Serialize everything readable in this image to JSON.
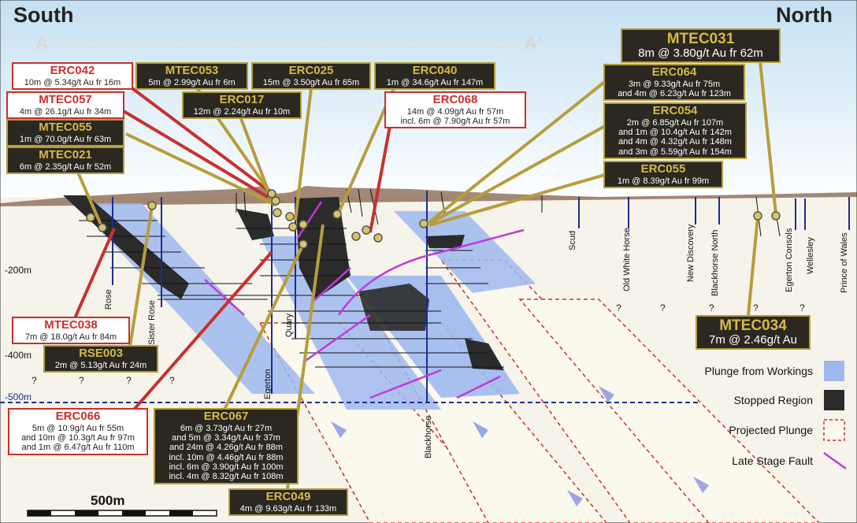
{
  "header": {
    "south": "South",
    "north": "North",
    "section_start": "A",
    "section_end": "A’"
  },
  "colors": {
    "sky_top": "#cfe6f4",
    "ground": "#f5f1e6",
    "plunge": "#9fb9ef",
    "stoped": "#2b2b2b",
    "fault": "#bf3adb",
    "gold_leader": "#b79d3c",
    "red_leader": "#c9302c",
    "proj_plunge": "#c9302c",
    "level": "#1c2e8e"
  },
  "depth_labels": [
    "-200m",
    "-400m",
    "-500m"
  ],
  "question_marks": [
    "?",
    "?",
    "?",
    "?",
    "?",
    "?",
    "?",
    "?",
    "?",
    "?",
    "?"
  ],
  "shafts": [
    "Rose",
    "Sister Rose",
    "Egerton",
    "Quary",
    "Blackhorse",
    "Scud",
    "Old White Horse",
    "New Discovery",
    "Blackhorse North",
    "Egerton Consols",
    "Wellesley",
    "Prince of Wales"
  ],
  "callouts": {
    "erc042": {
      "title": "ERC042",
      "lines": [
        "10m @ 5.34g/t Au fr 16m"
      ]
    },
    "mtec057": {
      "title": "MTEC057",
      "lines": [
        "4m @ 26.1g/t Au fr 34m"
      ]
    },
    "mtec055": {
      "title": "MTEC055",
      "lines": [
        "1m @ 70.0g/t Au fr 63m"
      ]
    },
    "mtec021": {
      "title": "MTEC021",
      "lines": [
        "6m @ 2.35g/t Au fr 52m"
      ]
    },
    "mtec053": {
      "title": "MTEC053",
      "lines": [
        "5m @ 2.99g/t Au fr 6m"
      ]
    },
    "erc025": {
      "title": "ERC025",
      "lines": [
        "15m @ 3.50g/t Au fr 65m"
      ]
    },
    "erc040": {
      "title": "ERC040",
      "lines": [
        "1m @ 34.6g/t Au fr 147m"
      ]
    },
    "erc017": {
      "title": "ERC017",
      "lines": [
        "12m @ 2.24g/t Au fr 10m"
      ]
    },
    "erc068": {
      "title": "ERC068",
      "lines": [
        "14m @ 4.09g/t Au fr 57m",
        "incl. 6m @ 7.90g/t Au fr 57m"
      ]
    },
    "mtec031": {
      "title": "MTEC031",
      "lines": [
        "8m @ 3.80g/t Au fr 62m"
      ]
    },
    "erc064": {
      "title": "ERC064",
      "lines": [
        "3m @ 9.33g/t Au fr 75m",
        "and 4m @ 6.23g/t Au fr 123m"
      ]
    },
    "erc054": {
      "title": "ERC054",
      "lines": [
        "2m @ 6.85g/t Au fr 107m",
        "and 1m @ 10.4g/t Au fr 142m",
        "and 4m @ 4.32g/t Au fr 148m",
        "and 3m @ 5.59g/t Au fr 154m"
      ]
    },
    "erc055": {
      "title": "ERC055",
      "lines": [
        "1m @ 8.39g/t Au fr 99m"
      ]
    },
    "mtec038": {
      "title": "MTEC038",
      "lines": [
        "7m @ 18.0g/t Au fr 84m"
      ]
    },
    "rse003": {
      "title": "RSE003",
      "lines": [
        "2m @ 5.13g/t Au fr 24m"
      ]
    },
    "mtec034": {
      "title": "MTEC034",
      "lines": [
        "7m @ 2.46g/t Au"
      ]
    },
    "erc066": {
      "title": "ERC066",
      "lines": [
        "5m @ 10.9g/t Au fr 55m",
        "and 10m @ 10.3g/t Au fr 97m",
        "and 1m @ 6.47g/t Au fr 110m"
      ]
    },
    "erc067": {
      "title": "ERC067",
      "lines": [
        "6m @ 3.73g/t Au fr 27m",
        "and 5m @ 3.34g/t Au fr 37m",
        "and 24m @ 4.26g/t Au fr 88m",
        "incl. 10m @ 4.46g/t Au fr 88m",
        "incl. 6m @ 3.90g/t Au fr 100m",
        "incl. 4m @ 8.32g/t Au fr 108m"
      ]
    },
    "erc049": {
      "title": "ERC049",
      "lines": [
        "4m @ 9.63g/t Au fr 133m"
      ]
    }
  },
  "legend": {
    "plunge_from_workings": "Plunge from Workings",
    "stopped_region": "Stopped Region",
    "projected_plunge": "Projected Plunge",
    "late_stage_fault": "Late Stage Fault"
  },
  "scale_bar": {
    "label": "500m"
  }
}
